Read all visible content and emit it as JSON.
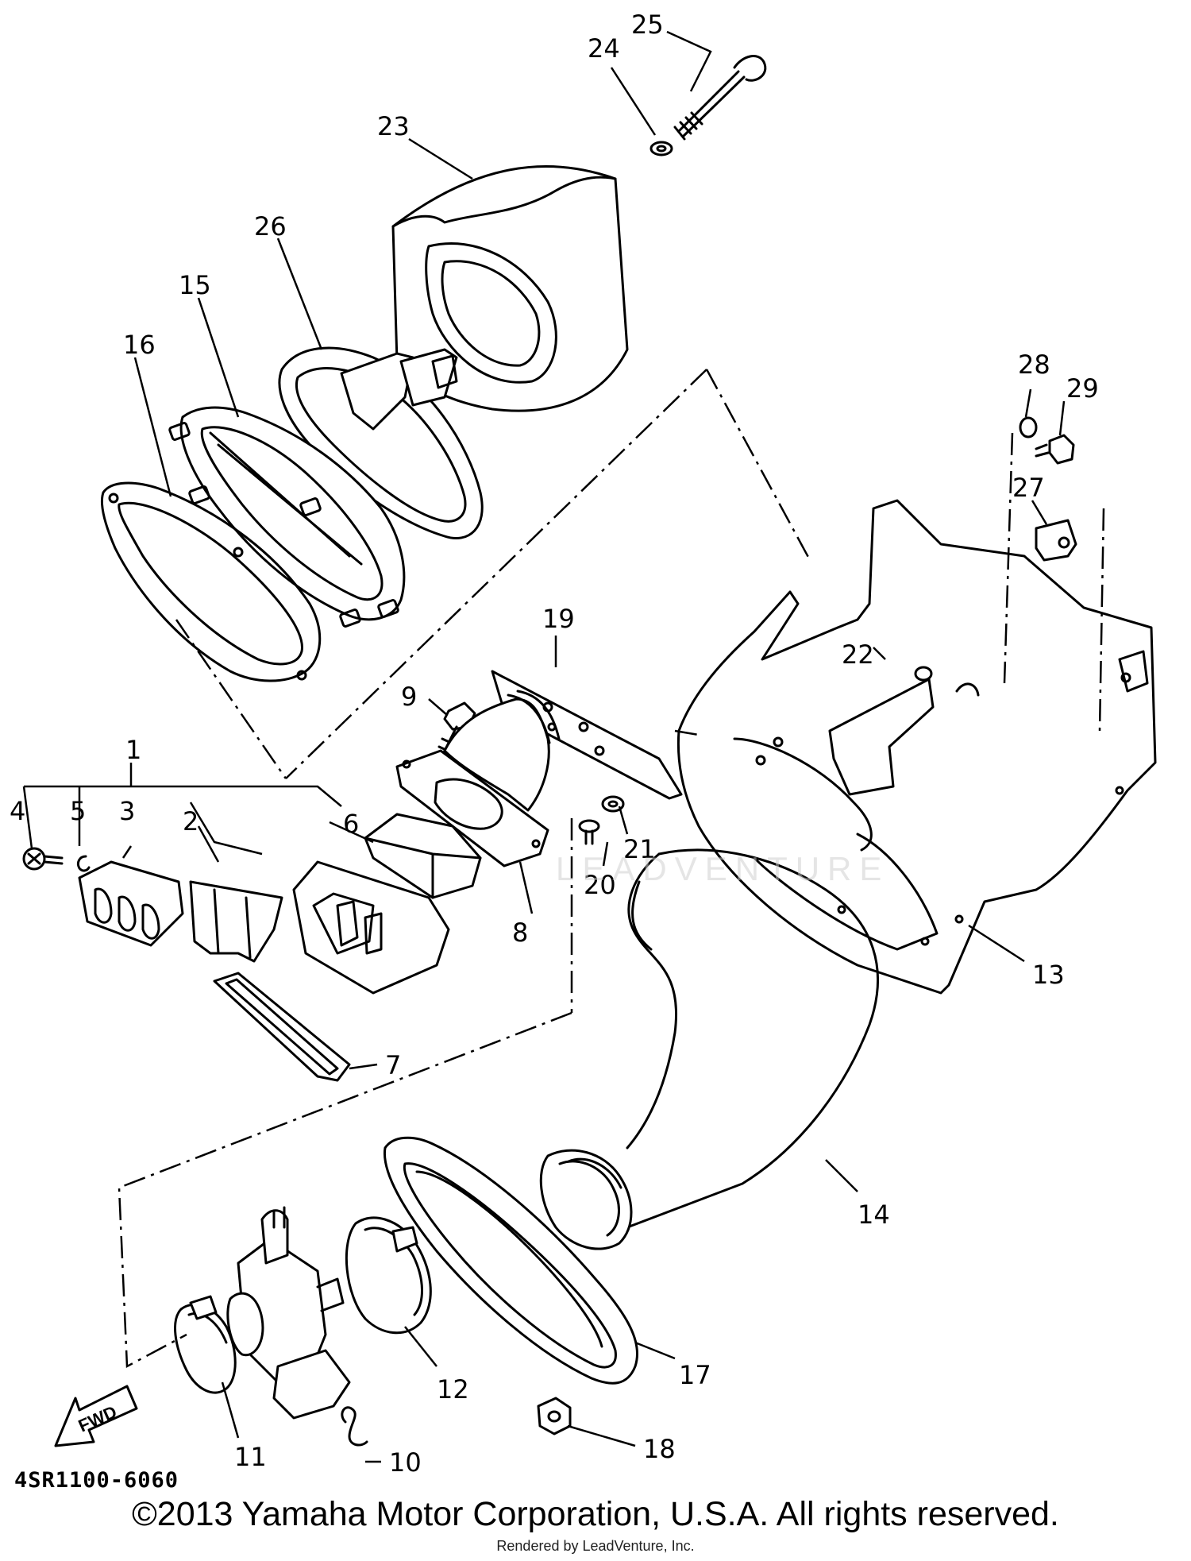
{
  "diagram_code": "4SR1100-6060",
  "copyright": "©2013 Yamaha Motor Corporation, U.S.A. All rights reserved.",
  "rendered_by": "Rendered by LeadVenture, Inc.",
  "watermark": "LEADVENTURE",
  "fwd_label": "FWD",
  "callouts": {
    "c1": "1",
    "c2": "2",
    "c3": "3",
    "c4": "4",
    "c5": "5",
    "c6": "6",
    "c7": "7",
    "c8": "8",
    "c9": "9",
    "c10": "10",
    "c11": "11",
    "c12": "12",
    "c13": "13",
    "c14": "14",
    "c15": "15",
    "c16": "16",
    "c17": "17",
    "c18": "18",
    "c19": "19",
    "c20": "20",
    "c21": "21",
    "c22": "22",
    "c23": "23",
    "c24": "24",
    "c25": "25",
    "c26": "26",
    "c27": "27",
    "c28": "28",
    "c29": "29"
  }
}
